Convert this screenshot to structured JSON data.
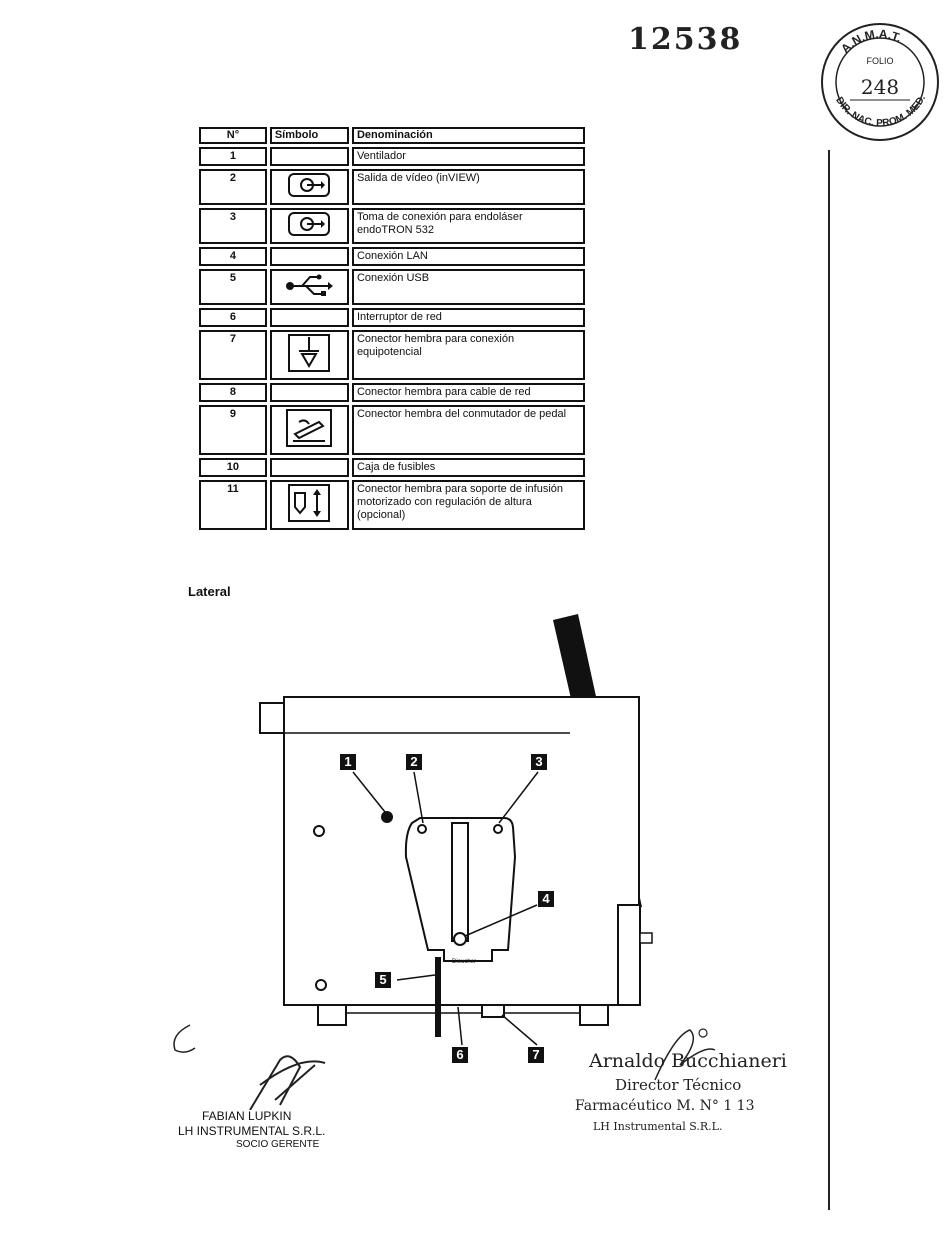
{
  "page": {
    "folio_number": "12538",
    "section_label": "Lateral"
  },
  "stamp": {
    "text_top": "A.N.M.A.T.",
    "text_bottom": "DIR. NAC. PROM. MED.",
    "label": "FOLIO",
    "number": "248"
  },
  "table": {
    "headers": [
      "N°",
      "Símbolo",
      "Denominación"
    ],
    "rows": [
      {
        "n": "1",
        "symbol": "",
        "desc": "Ventilador"
      },
      {
        "n": "2",
        "symbol": "video-output-icon",
        "desc": "Salida de vídeo (inVIEW)"
      },
      {
        "n": "3",
        "symbol": "video-output-icon",
        "desc": "Toma de conexión para endoláser endoTRON 532"
      },
      {
        "n": "4",
        "symbol": "",
        "desc": "Conexión LAN"
      },
      {
        "n": "5",
        "symbol": "usb-icon",
        "desc": "Conexión USB"
      },
      {
        "n": "6",
        "symbol": "",
        "desc": "Interruptor de red"
      },
      {
        "n": "7",
        "symbol": "equipotential-icon",
        "desc": "Conector hembra para conexión equipotencial"
      },
      {
        "n": "8",
        "symbol": "",
        "desc": "Conector hembra para cable de red"
      },
      {
        "n": "9",
        "symbol": "foot-pedal-icon",
        "desc": "Conector hembra del conmutador de pedal"
      },
      {
        "n": "10",
        "symbol": "",
        "desc": "Caja de fusibles"
      },
      {
        "n": "11",
        "symbol": "height-adjust-icon",
        "desc": "Conector hembra para soporte de infusión motorizado con regulación de altura (opcional)"
      }
    ]
  },
  "figure": {
    "callouts": [
      "1",
      "2",
      "3",
      "4",
      "5",
      "6",
      "7"
    ],
    "panel_text": "Dieucher"
  },
  "signatures": {
    "left": {
      "name": "FABIAN LUPKIN",
      "company": "LH INSTRUMENTAL S.R.L.",
      "role": "SOCIO GERENTE"
    },
    "right": {
      "name": "Arnaldo Bucchianeri",
      "role": "Director Técnico",
      "title": "Farmacéutico M. N° 1 13",
      "company": "LH Instrumental S.R.L."
    }
  }
}
